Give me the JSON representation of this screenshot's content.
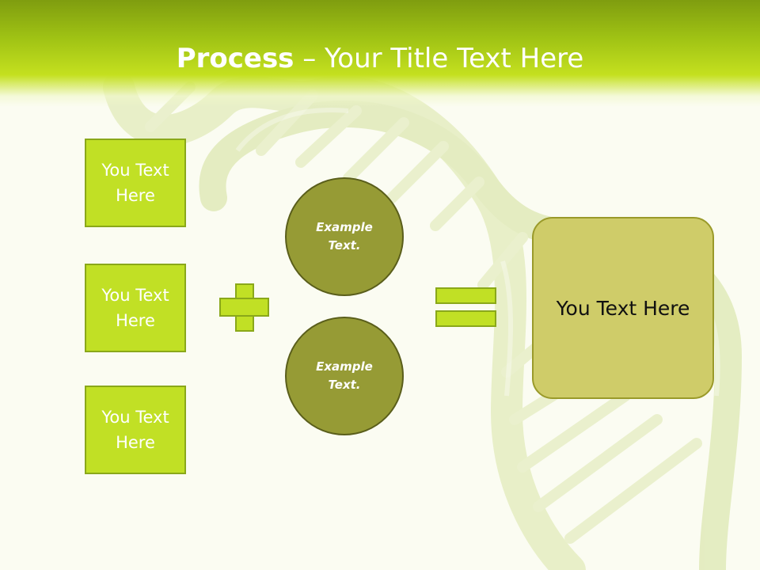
{
  "title": {
    "bold": "Process",
    "rest": " – Your Title Text Here"
  },
  "boxes": [
    {
      "label": "You Text Here"
    },
    {
      "label": "You Text Here"
    },
    {
      "label": "You Text Here"
    }
  ],
  "circles": [
    {
      "label": "Example Text."
    },
    {
      "label": "Example Text."
    }
  ],
  "result": {
    "label": "You Text Here"
  },
  "colors": {
    "accent": "#c1e025",
    "header": "#9fc214",
    "circle": "#969b35",
    "result": "#cfcc69"
  }
}
